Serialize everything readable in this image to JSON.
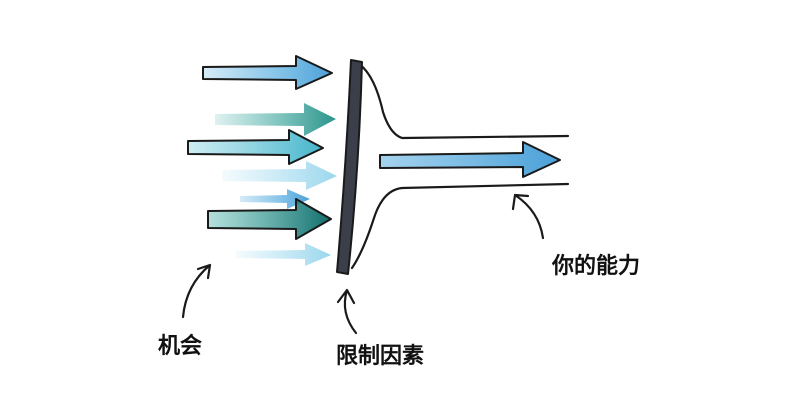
{
  "labels": {
    "opportunities": "机会",
    "limiting_factor": "限制因素",
    "your_ability": "你的能力"
  },
  "colors": {
    "ink": "#1a1a1a",
    "barrier": "#3a3f4a",
    "arrow_blue": "#5aaee0",
    "arrow_dark_teal": "#157a78",
    "arrow_teal": "#2aa39a",
    "arrow_light": "#9ad8ee"
  }
}
